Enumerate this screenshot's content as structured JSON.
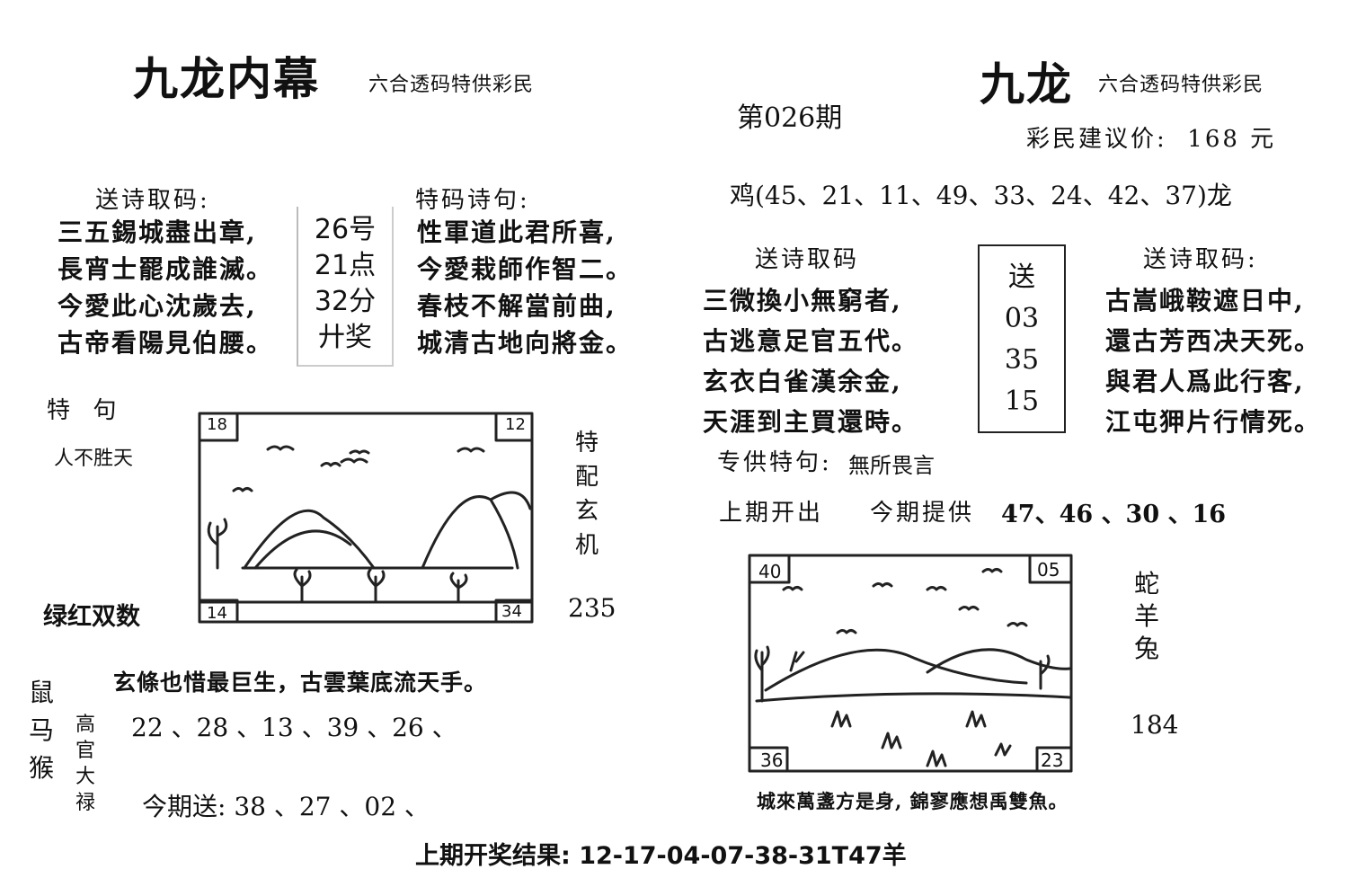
{
  "left": {
    "title": "九龙内幕",
    "subtitle": "六合透码特供彩民",
    "poem_left_heading": "送诗取码:",
    "poem_left_lines": [
      "三五錫城盡出章,",
      "長宵士罷成誰滅。",
      "今愛此心沈歲去,",
      "古帝看陽見伯腰。"
    ],
    "box_lines": [
      "26号",
      "21点",
      "32分",
      "廾奖"
    ],
    "poem_right_heading": "特码诗句:",
    "poem_right_lines": [
      "性軍道此君所喜,",
      "今愛栽師作智二。",
      "春枝不解當前曲,",
      "城清古地向將金。"
    ],
    "special_heading": "特  句",
    "special_text": "人不胜天",
    "side_vertical": [
      "特",
      "配",
      "玄",
      "机"
    ],
    "color_text": "绿红双数",
    "number_235": "235",
    "picture_corners": {
      "tl": "18",
      "tr": "12",
      "bl": "14",
      "br": "34"
    },
    "bottom_poem": "玄條也惜最巨生，古雲葉底流天手。",
    "zodiac_vertical": [
      "鼠",
      "马",
      "猴"
    ],
    "gaoguan_vertical": [
      "高",
      "官",
      "大",
      "禄"
    ],
    "numbers_line": "22 、28 、13 、39 、26 、",
    "send_line": "今期送: 38 、27 、02 、"
  },
  "right": {
    "title": "九龙",
    "subtitle": "六合透码特供彩民",
    "issue": "第026期",
    "price": "彩民建议价:  168 元",
    "chicken_line": "鸡(45、21、11、49、33、24、42、37)龙",
    "poem_left_heading": "送诗取码",
    "poem_left_lines": [
      "三微換小無窮者,",
      "古逃意足官五代。",
      "玄衣白雀漢余金,",
      "天涯到主買還時。"
    ],
    "box_lines": [
      "送",
      "03",
      "35",
      "15"
    ],
    "poem_right_heading": "送诗取码:",
    "poem_right_lines": [
      "古嵩峨鞍遮日中,",
      "還古芳西决天死。",
      "與君人爲此行客,",
      "江屯狎片行情死。"
    ],
    "special_line_label": "专供特句:",
    "special_line_text": "無所畏言",
    "last_issue_label": "上期开出",
    "this_issue_label": "今期提供",
    "this_issue_numbers": "47、46 、30 、16",
    "picture_corners": {
      "tl": "40",
      "tr": "05",
      "bl": "36",
      "br": "23"
    },
    "zodiac_vertical": [
      "蛇",
      "羊",
      "兔"
    ],
    "number_184": "184",
    "bottom_poem": "城來萬盞方是身, 錦寥應想禹雙魚。"
  },
  "footer": {
    "result": "上期开奖结果: 12-17-04-07-38-31T47羊"
  }
}
